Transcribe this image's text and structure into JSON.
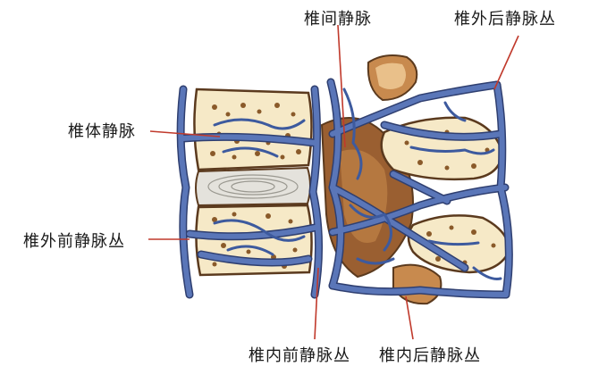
{
  "labels": {
    "intervertebral_vein": "椎间静脉",
    "posterior_external_plexus": "椎外后静脉丛",
    "basivertebral_vein": "椎体静脉",
    "anterior_external_plexus": "椎外前静脉丛",
    "anterior_internal_plexus": "椎内前静脉丛",
    "posterior_internal_plexus": "椎内后静脉丛"
  },
  "colors": {
    "vein_fill": "#5a76b8",
    "vein_outline": "#2f3f70",
    "bone_light": "#f6e9c7",
    "bone_outline": "#5b3a1e",
    "marrow_spots": "#8a5a2a",
    "disc_gray": "#e4e2dc",
    "leader_line": "#c0392b",
    "tissue_brown": "#8b5a2b"
  }
}
